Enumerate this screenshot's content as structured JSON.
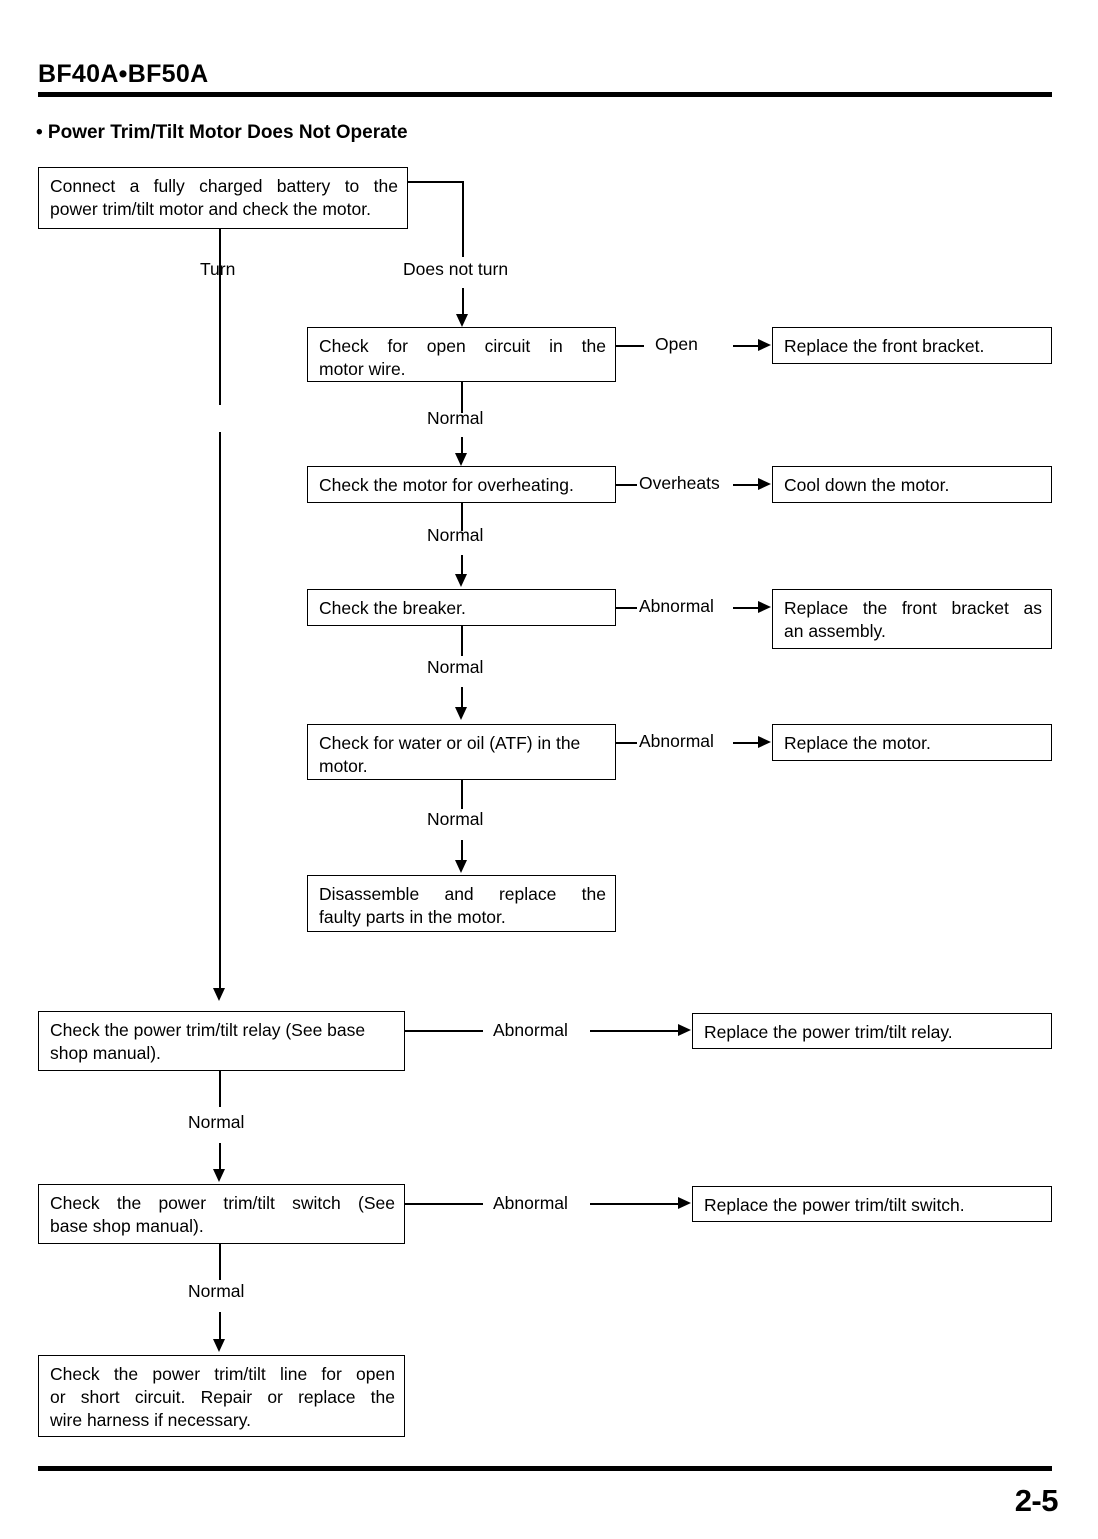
{
  "header": {
    "model": "BF40A•BF50A",
    "section": "• Power Trim/Tilt Motor Does Not Operate"
  },
  "footer": {
    "page_number": "2-5"
  },
  "flowchart": {
    "start": {
      "line1": "Connect a fully charged battery to the",
      "line2": "power trim/tilt motor and check the motor."
    },
    "branch_labels": {
      "turn": "Turn",
      "does_not_turn": "Does not turn"
    },
    "motor_branch": [
      {
        "check_line1": "Check for open circuit in the",
        "check_line2": "motor wire.",
        "condition": "Open",
        "action_line1": "Replace the front bracket.",
        "action_line2": "",
        "next_label": "Normal"
      },
      {
        "check_line1": "Check the motor for overheating.",
        "check_line2": "",
        "condition": "Overheats",
        "action_line1": "Cool down the motor.",
        "action_line2": "",
        "next_label": "Normal"
      },
      {
        "check_line1": "Check the breaker.",
        "check_line2": "",
        "condition": "Abnormal",
        "action_line1": "Replace the front bracket as",
        "action_line2": "an assembly.",
        "next_label": "Normal"
      },
      {
        "check_line1": "Check for water or oil (ATF) in the",
        "check_line2": "motor.",
        "condition": "Abnormal",
        "action_line1": "Replace the motor.",
        "action_line2": "",
        "next_label": "Normal"
      }
    ],
    "motor_branch_end": {
      "line1": "Disassemble and replace the",
      "line2": "faulty parts in the motor."
    },
    "turn_branch": [
      {
        "check_line1": "Check the power trim/tilt relay (See base",
        "check_line2": "shop manual).",
        "condition": "Abnormal",
        "action_line1": "Replace the power trim/tilt relay.",
        "next_label": "Normal"
      },
      {
        "check_line1": "Check the power trim/tilt switch (See",
        "check_line2": "base shop manual).",
        "condition": "Abnormal",
        "action_line1": "Replace the power trim/tilt switch.",
        "next_label": "Normal"
      }
    ],
    "turn_branch_end": {
      "line1": "Check the power trim/tilt line for open",
      "line2": "or short circuit. Repair or replace the",
      "line3": "wire harness if necessary."
    }
  }
}
